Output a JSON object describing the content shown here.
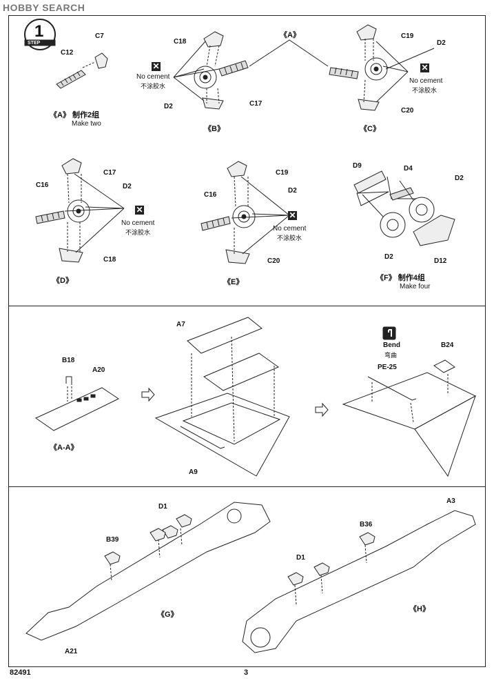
{
  "header": {
    "logo_text": "HOBBY SEARCH"
  },
  "step": {
    "number": "1",
    "label": "STEP"
  },
  "panel1": {
    "A": {
      "caption": "《A》 制作2组",
      "sub": "Make two",
      "parts": [
        "C7",
        "C12"
      ]
    },
    "B": {
      "caption": "《B》",
      "parts": [
        "C18",
        "D2",
        "C17"
      ],
      "no_cement": "No cement",
      "no_cement_cn": "不涂胶水"
    },
    "A_ref": "《A》",
    "C": {
      "caption": "《C》",
      "parts": [
        "C19",
        "D2",
        "C20"
      ],
      "no_cement": "No cement",
      "no_cement_cn": "不涂胶水"
    },
    "D": {
      "caption": "《D》",
      "parts": [
        "C17",
        "C16",
        "D2",
        "C18"
      ],
      "no_cement": "No cement",
      "no_cement_cn": "不涂胶水"
    },
    "E": {
      "caption": "《E》",
      "parts": [
        "C19",
        "C16",
        "D2",
        "C20"
      ],
      "no_cement": "No cement",
      "no_cement_cn": "不涂胶水"
    },
    "F": {
      "caption": "《F》 制作4组",
      "sub": "Make four",
      "parts": [
        "D9",
        "D4",
        "D2",
        "D2",
        "D12"
      ]
    }
  },
  "panel2": {
    "AA": {
      "caption": "《A-A》",
      "parts": [
        "B18",
        "A20"
      ]
    },
    "parts_mid": [
      "A7",
      "A9"
    ],
    "bend": {
      "label": "Bend",
      "label_cn": "弯曲"
    },
    "parts_right": [
      "B24",
      "PE-25"
    ]
  },
  "panel3": {
    "G": {
      "caption": "《G》",
      "parts": [
        "D1",
        "B39",
        "A21"
      ]
    },
    "H": {
      "caption": "《H》",
      "parts": [
        "A3",
        "B36",
        "D1"
      ]
    }
  },
  "footer": {
    "code": "82491",
    "page": "3"
  }
}
